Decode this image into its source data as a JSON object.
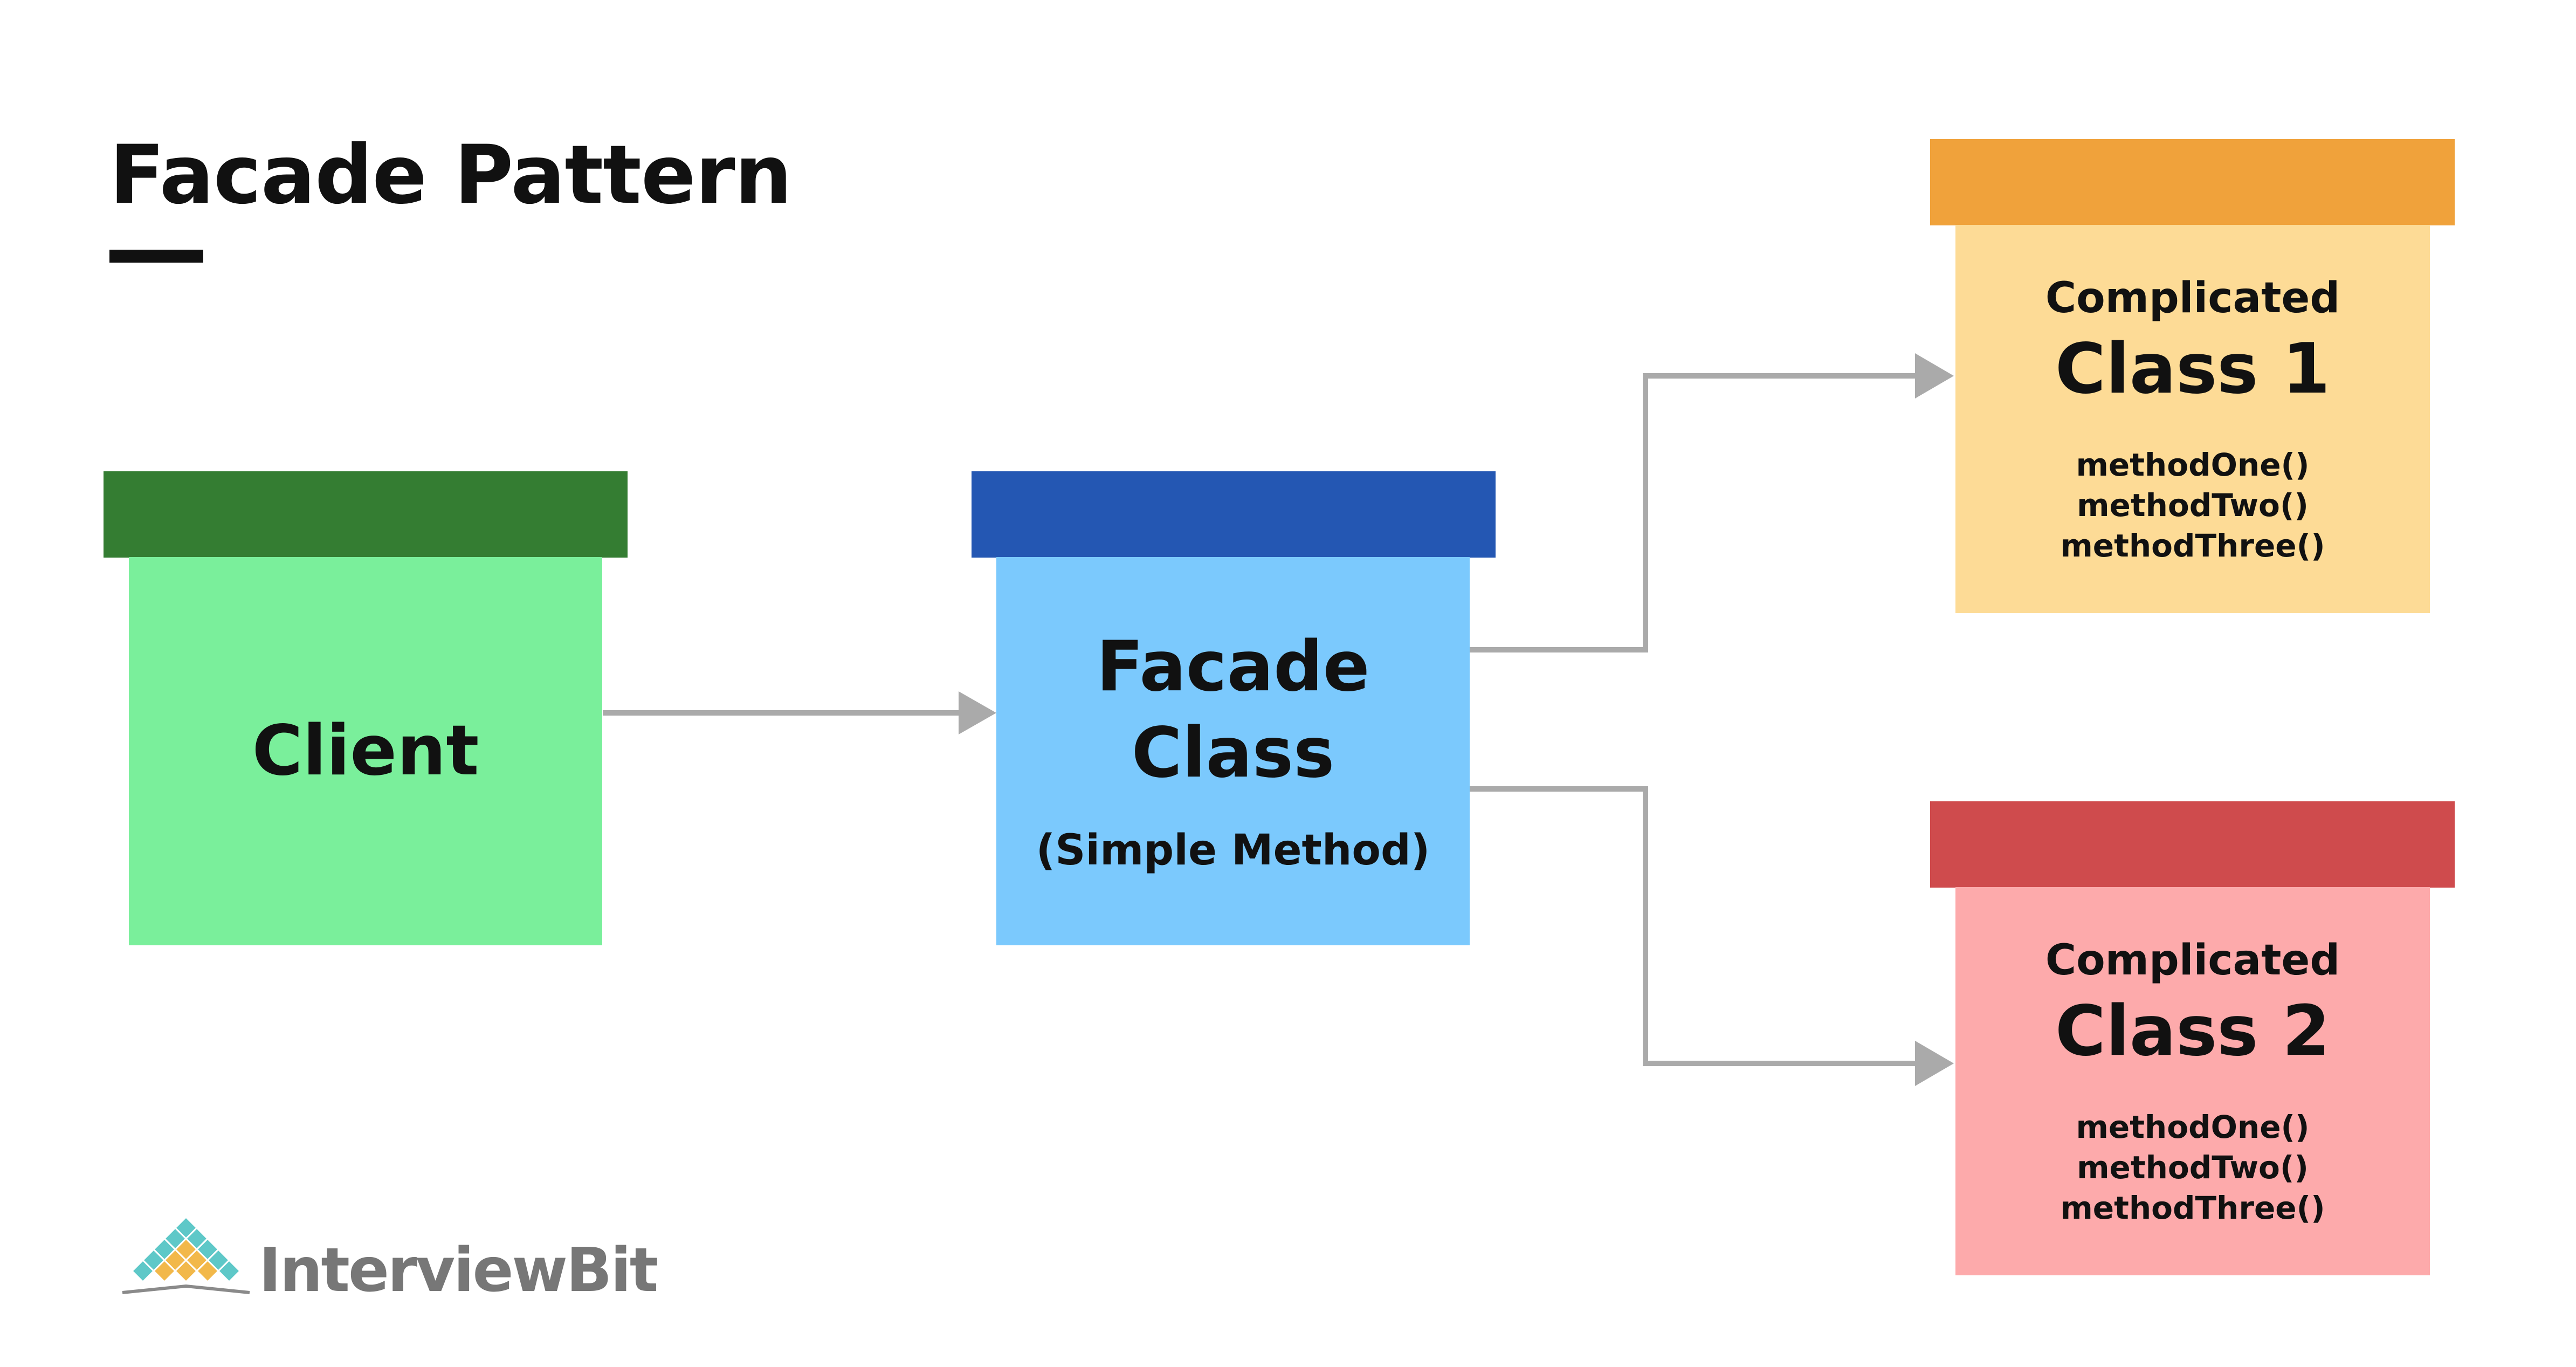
{
  "title": "Facade Pattern",
  "colors": {
    "client_header": "#347d32",
    "client_body": "#7aef9b",
    "facade_header": "#2457b3",
    "facade_body": "#7bc9fd",
    "class1_header": "#f0a23b",
    "class1_body": "#fddb96",
    "class2_header": "#cf4b4d",
    "class2_body": "#fdaaab",
    "arrow": "#aaaaaa"
  },
  "client": {
    "label": "Client"
  },
  "facade": {
    "line1": "Facade",
    "line2": "Class",
    "subtitle": "(Simple Method)"
  },
  "class1": {
    "prefix": "Complicated",
    "name": "Class 1",
    "methods": [
      "methodOne()",
      "methodTwo()",
      "methodThree()"
    ]
  },
  "class2": {
    "prefix": "Complicated",
    "name": "Class 2",
    "methods": [
      "methodOne()",
      "methodTwo()",
      "methodThree()"
    ]
  },
  "brand": {
    "name": "InterviewBit"
  }
}
